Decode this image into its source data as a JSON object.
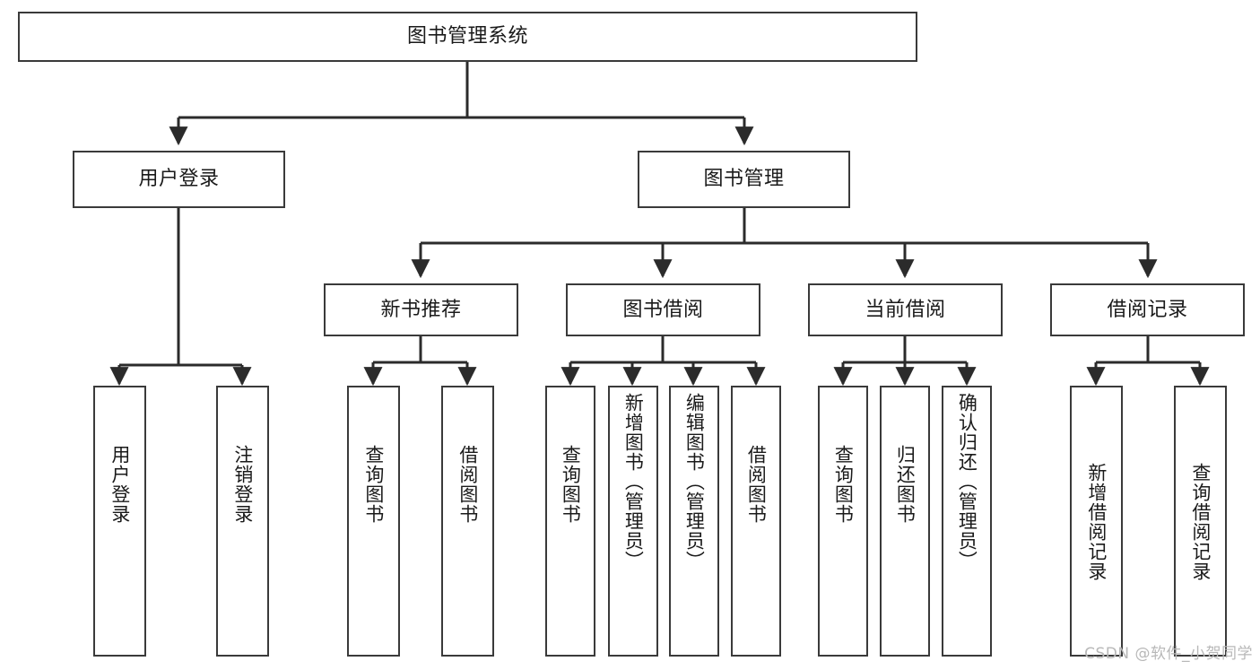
{
  "diagram": {
    "title": "图书管理系统",
    "type": "tree-hierarchy-diagram",
    "colors": {
      "box_border": "#3a3a3a",
      "box_fill": "#ffffff",
      "edge": "#2b2b2b",
      "text": "#1a1a1a",
      "watermark": "#b8b8b8",
      "background": "#ffffff"
    },
    "root": {
      "label": "图书管理系统"
    },
    "level2": [
      {
        "label": "用户登录"
      },
      {
        "label": "图书管理"
      }
    ],
    "level3": [
      {
        "label": "新书推荐"
      },
      {
        "label": "图书借阅"
      },
      {
        "label": "当前借阅"
      },
      {
        "label": "借阅记录"
      }
    ],
    "leaves": {
      "user_login": [
        {
          "label": "用户登录"
        },
        {
          "label": "注销登录"
        }
      ],
      "new_book_recommend": [
        {
          "label": "查询图书"
        },
        {
          "label": "借阅图书"
        }
      ],
      "book_borrow": [
        {
          "label": "查询图书"
        },
        {
          "label": "新增图书（管理员）"
        },
        {
          "label": "编辑图书（管理员）"
        },
        {
          "label": "借阅图书"
        }
      ],
      "current_borrow": [
        {
          "label": "查询图书"
        },
        {
          "label": "归还图书"
        },
        {
          "label": "确认归还（管理员）"
        }
      ],
      "borrow_record": [
        {
          "label": "新增借阅记录"
        },
        {
          "label": "查询借阅记录"
        }
      ]
    }
  },
  "watermark": {
    "text": "CSDN @软件_小贺同学"
  }
}
